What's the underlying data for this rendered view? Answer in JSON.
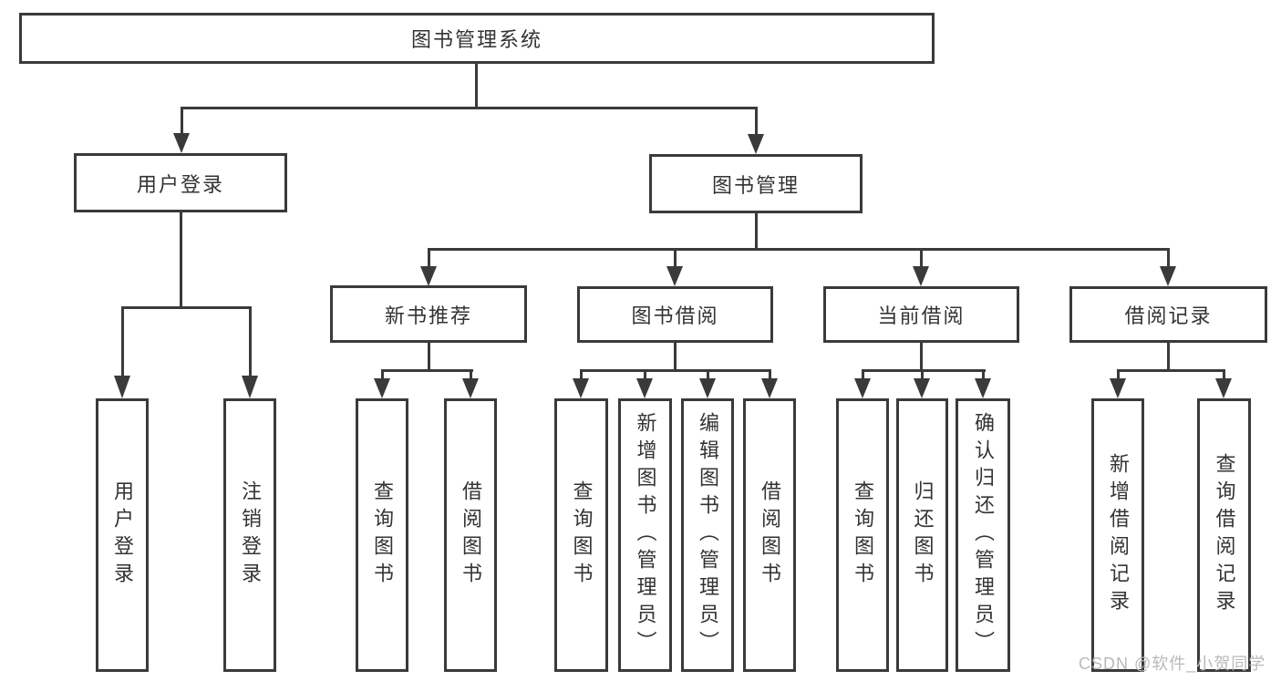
{
  "diagram": {
    "title": "图书管理系统",
    "root": {
      "label": "图书管理系统"
    },
    "level2": [
      {
        "label": "用户登录"
      },
      {
        "label": "图书管理"
      }
    ],
    "level3": [
      {
        "label": "新书推荐",
        "parent": "图书管理"
      },
      {
        "label": "图书借阅",
        "parent": "图书管理"
      },
      {
        "label": "当前借阅",
        "parent": "图书管理"
      },
      {
        "label": "借阅记录",
        "parent": "图书管理"
      }
    ],
    "leaves": [
      {
        "label": "用户登录",
        "parent": "用户登录"
      },
      {
        "label": "注销登录",
        "parent": "用户登录"
      },
      {
        "label": "查询图书",
        "parent": "新书推荐"
      },
      {
        "label": "借阅图书",
        "parent": "新书推荐"
      },
      {
        "label": "查询图书",
        "parent": "图书借阅"
      },
      {
        "label": "新增图书（管理员）",
        "parent": "图书借阅"
      },
      {
        "label": "编辑图书（管理员）",
        "parent": "图书借阅"
      },
      {
        "label": "借阅图书",
        "parent": "图书借阅"
      },
      {
        "label": "查询图书",
        "parent": "当前借阅"
      },
      {
        "label": "归还图书",
        "parent": "当前借阅"
      },
      {
        "label": "确认归还（管理员）",
        "parent": "当前借阅"
      },
      {
        "label": "新增借阅记录",
        "parent": "借阅记录"
      },
      {
        "label": "查询借阅记录",
        "parent": "借阅记录"
      }
    ]
  },
  "watermark": {
    "text": "CSDN @软件_小贺同学"
  },
  "colors": {
    "line": "#3a3a3a",
    "text": "#333333",
    "background": "#ffffff",
    "watermark": "#b9b9b9"
  }
}
